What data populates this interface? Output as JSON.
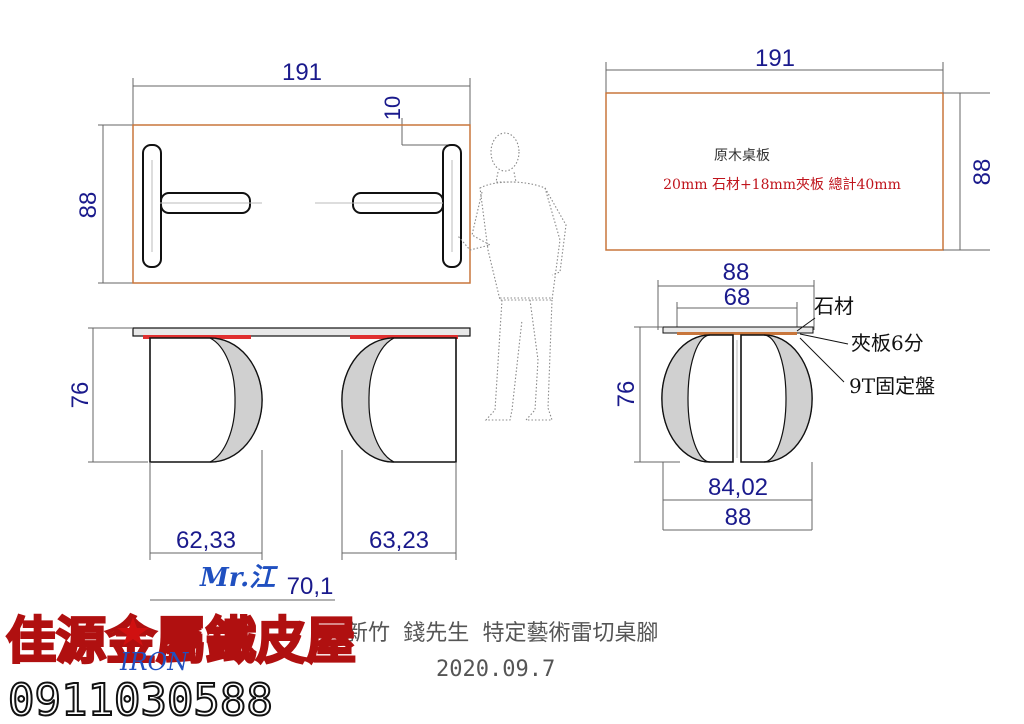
{
  "top_view": {
    "width_label": "191",
    "depth_label": "88",
    "offset_label": "10"
  },
  "front_view": {
    "height_label": "76",
    "leg_left_label": "62,33",
    "leg_right_label": "63,23",
    "span_label": "70,1"
  },
  "top_plate_view": {
    "width_label": "191",
    "depth_label": "88",
    "title": "原木桌板",
    "spec": "20mm 石材+18mm夾板 總計40mm"
  },
  "side_view": {
    "top_width_label": "88",
    "inner_width_label": "68",
    "height_label": "76",
    "base_label": "84,02",
    "bottom_width_label": "88",
    "callout_stone": "石材",
    "callout_plywood": "夾板6分",
    "callout_plate": "9T固定盤"
  },
  "footer": {
    "caption": "新竹 錢先生 特定藝術雷切桌腳",
    "date": "2020.09.7"
  },
  "logo": {
    "name": "佳源金屬鐵皮屋",
    "mr": "Mr.江",
    "iron": "IRON",
    "phone": "0911030588"
  },
  "colors": {
    "dimension": "#1a1a8c",
    "tabletop": "#c8763c",
    "spec_red": "#c0141c",
    "logo_fill": "#f5b800"
  }
}
